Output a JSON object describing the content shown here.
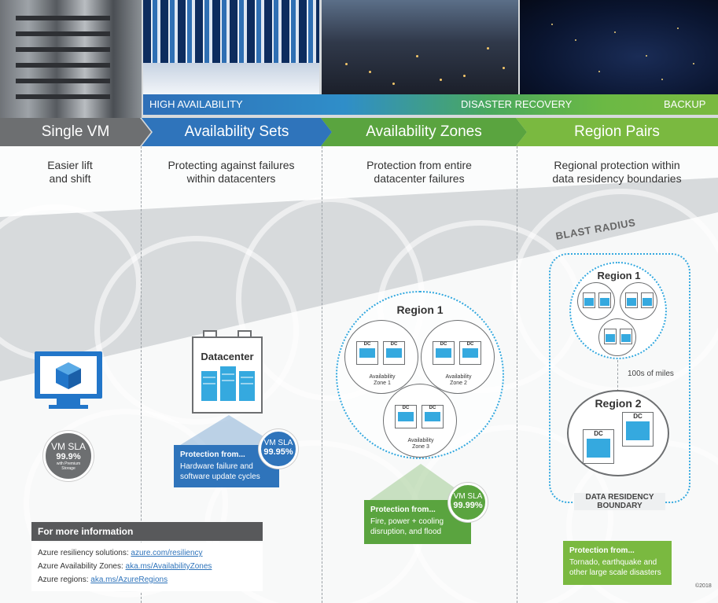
{
  "photos": [
    "server-rack-photo",
    "datacenter-photo",
    "city-night-photo",
    "earth-night-photo"
  ],
  "category_bar": {
    "high_availability": "HIGH AVAILABILITY",
    "disaster_recovery": "DISASTER RECOVERY",
    "backup": "BACKUP"
  },
  "sections": [
    {
      "title": "Single VM",
      "desc_line1": "Easier lift",
      "desc_line2": "and shift",
      "color": "#6d6f71"
    },
    {
      "title": "Availability Sets",
      "desc_line1": "Protecting against failures",
      "desc_line2": "within datacenters",
      "color": "#2f74bb"
    },
    {
      "title": "Availability Zones",
      "desc_line1": "Protection from entire",
      "desc_line2": "datacenter failures",
      "color": "#5aa43f"
    },
    {
      "title": "Region Pairs",
      "desc_line1": "Regional protection within",
      "desc_line2": "data residency boundaries",
      "color": "#7ab940"
    }
  ],
  "blast_radius": "BLAST RADIUS",
  "single_vm": {
    "sla_label": "VM SLA",
    "sla_value": "99.9",
    "sla_unit": "%",
    "sla_note_1": "with Premium",
    "sla_note_2": "Storage"
  },
  "avset": {
    "datacenter_label": "Datacenter",
    "protect_title": "Protection from...",
    "protect_line1": "Hardware failure and",
    "protect_line2": "software update cycles",
    "sla_label": "VM SLA",
    "sla_value": "99.95",
    "sla_unit": "%"
  },
  "az": {
    "region_title": "Region 1",
    "zones": [
      {
        "line1": "Availability",
        "line2": "Zone 1"
      },
      {
        "line1": "Availability",
        "line2": "Zone 2"
      },
      {
        "line1": "Availability",
        "line2": "Zone 3"
      }
    ],
    "dc": "DC",
    "protect_title": "Protection from...",
    "protect_line1": "Fire, power + cooling",
    "protect_line2": "disruption, and flood",
    "sla_label": "VM SLA",
    "sla_value": "99.99",
    "sla_unit": "%"
  },
  "rp": {
    "region1_title": "Region 1",
    "region2_title": "Region 2",
    "miles": "100s of miles",
    "residency_line1": "DATA RESIDENCY",
    "residency_line2": "BOUNDARY",
    "dc": "DC",
    "protect_title": "Protection from...",
    "protect_line1": "Tornado, earthquake and",
    "protect_line2": "other large scale disasters"
  },
  "info": {
    "heading": "For more information",
    "rows": [
      {
        "label": "Azure resiliency solutions: ",
        "link": "azure.com/resiliency"
      },
      {
        "label": "Azure Availability Zones: ",
        "link": "aka.ms/AvailabilityZones"
      },
      {
        "label": "Azure regions: ",
        "link": "aka.ms/AzureRegions"
      }
    ]
  },
  "copyright": "©2018"
}
